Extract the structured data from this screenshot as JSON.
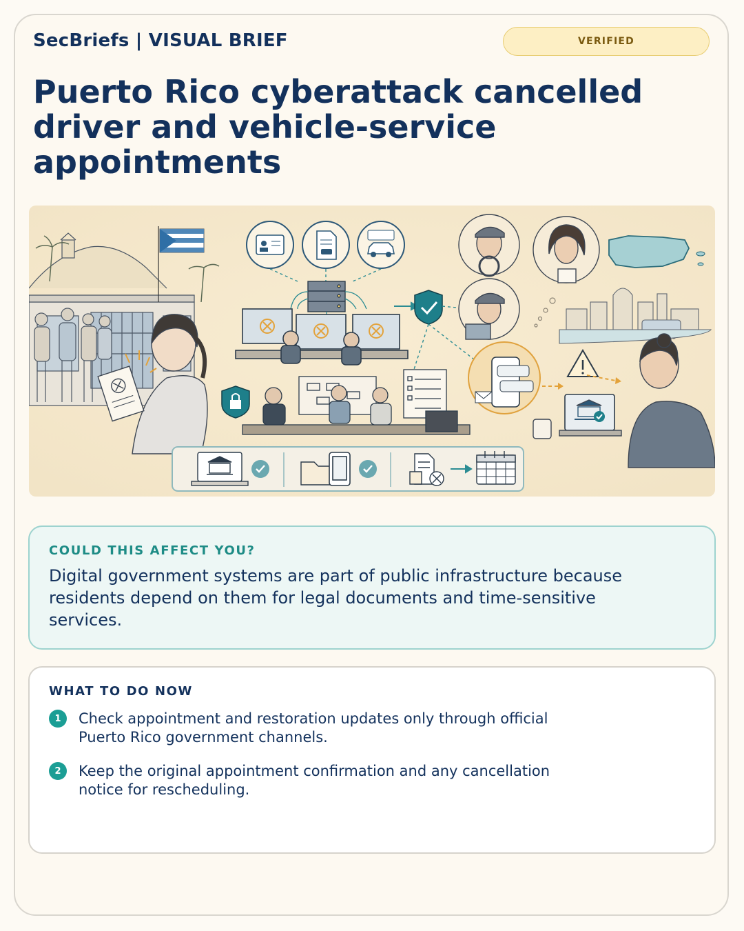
{
  "header": {
    "brand": "SecBriefs | VISUAL BRIEF",
    "badge": "VERIFIED",
    "title": "Puerto Rico cyberattack cancelled driver and vehicle-service appointments"
  },
  "illustration": {
    "description_icons": [
      "government-building-icon",
      "puerto-rico-flag-icon",
      "id-card-icon",
      "vehicle-document-icon",
      "car-registration-icon",
      "server-rack-icon",
      "error-monitor-icon",
      "shield-check-icon",
      "lock-shield-icon",
      "phone-messages-icon",
      "warning-icon",
      "laptop-bank-icon",
      "folder-icon",
      "phone-icon",
      "cancelled-document-icon",
      "calendar-icon",
      "puerto-rico-map-icon"
    ]
  },
  "affect": {
    "heading": "COULD THIS AFFECT YOU?",
    "body": "Digital government systems are part of public infrastructure because residents depend on them for legal documents and time-sensitive services."
  },
  "todo": {
    "heading": "WHAT TO DO NOW",
    "steps": [
      {
        "num": "1",
        "text": "Check appointment and restoration updates only through official Puerto Rico government channels."
      },
      {
        "num": "2",
        "text": "Keep the original appointment confirmation and any cancellation notice for rescheduling."
      }
    ]
  },
  "colors": {
    "navy": "#13315c",
    "teal": "#1b9e95",
    "badge_bg": "#fdefc4",
    "accent_orange": "#e3a23a",
    "card_bg": "#fdf9f1"
  }
}
